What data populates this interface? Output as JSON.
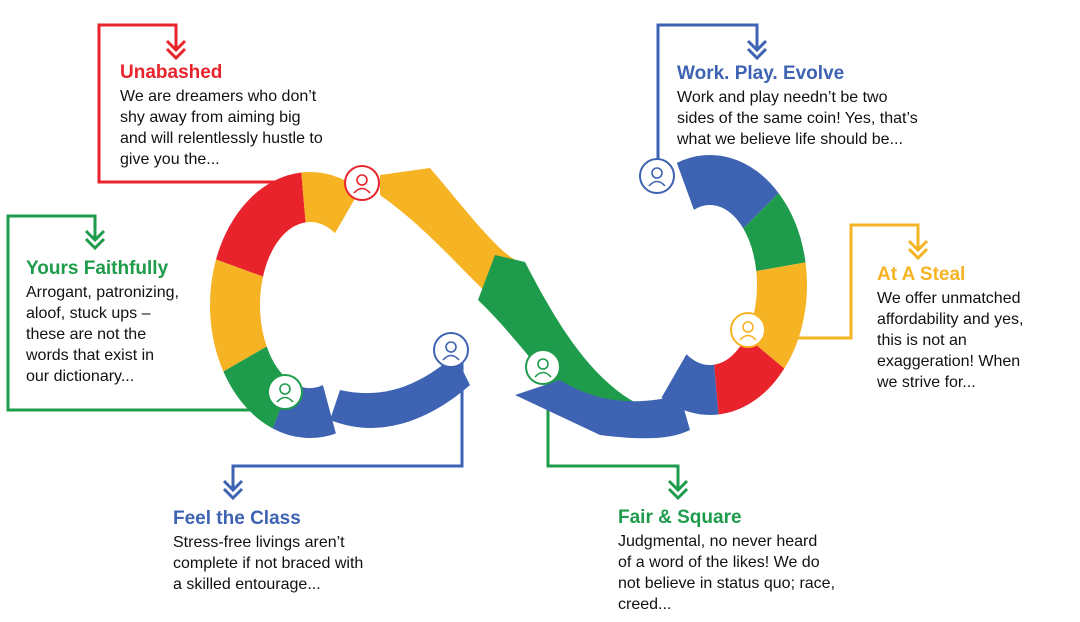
{
  "colors": {
    "red": "#e8232c",
    "blue": "#3e63b3",
    "green": "#1f9b4c",
    "yellow": "#f6b324"
  },
  "infinity_segment_colors": [
    "red",
    "yellow",
    "green",
    "blue",
    "green",
    "yellow",
    "red",
    "blue",
    "yellow",
    "green",
    "blue"
  ],
  "blocks": {
    "unabashed": {
      "title": "Unabashed",
      "text": "We are dreamers who don’t\nshy away from aiming big\nand will relentlessly hustle to\ngive you the...",
      "color": "#e8232c",
      "icon": "hand-pointer-icon"
    },
    "work": {
      "title": "Work. Play. Evolve",
      "text": "Work and play needn’t be two\nsides of the same coin! Yes, that’s\nwhat we believe life should be...",
      "color": "#3e63b3",
      "icon": "laptop-user-icon"
    },
    "faithfully": {
      "title": "Yours Faithfully",
      "text": "Arrogant, patronizing,\naloof, stuck ups –\nthese are not the\nwords that exist in\nour dictionary...",
      "color": "#1f9b4c",
      "icon": "person-lamp-icon"
    },
    "steal": {
      "title": "At A Steal",
      "text": "We offer unmatched\naffordability and yes,\nthis is not an\nexaggeration! When\nwe strive for...",
      "color": "#f6b324",
      "icon": "hand-coins-icon"
    },
    "class": {
      "title": "Feel the Class",
      "text": "Stress-free livings aren’t\ncomplete if not braced with\na skilled entourage...",
      "color": "#3e63b3",
      "icon": "person-badge-icon"
    },
    "fair": {
      "title": "Fair & Square",
      "text": "Judgmental, no never heard\nof a word of the likes! We do\nnot believe in status quo; race,\ncreed...",
      "color": "#1f9b4c",
      "icon": "heart-handshake-icon"
    }
  }
}
